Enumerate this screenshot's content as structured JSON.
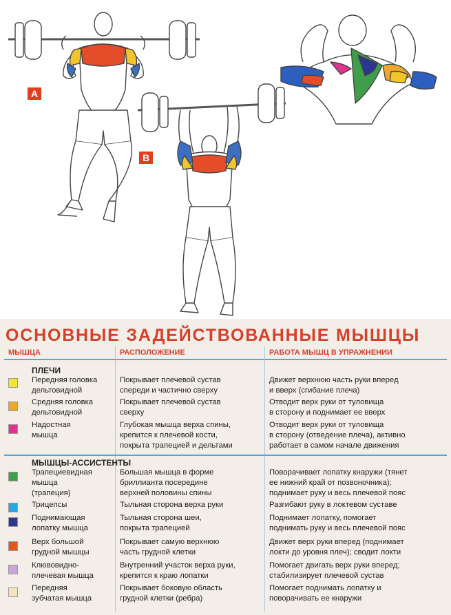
{
  "labels": {
    "a": "A",
    "b": "B"
  },
  "title": "Основные задействованные мышцы",
  "headers": {
    "muscle": "Мышца",
    "location": "Расположение",
    "function": "Работа мышц в упражнении"
  },
  "groups": [
    {
      "name": "Плечи",
      "rows": [
        {
          "color": "#f2e530",
          "muscle": "Передняя головка\nдельтовидной",
          "location": "Покрывает плечевой сустав\nспереди и частично сверху",
          "function": "Движет верхнюю часть руки вперед\nи вверх (сгибание плеча)"
        },
        {
          "color": "#eea72a",
          "muscle": "Средняя головка\nдельтовидной",
          "location": "Покрывает плечевой сустав\nсверху",
          "function": "Отводит верх руки от туловища\nв сторону и поднимает ее вверх"
        },
        {
          "color": "#e0338f",
          "muscle": "Надостная\nмышца",
          "location": "Глубокая мышца верха спины,\nкрепится к плечевой кости,\nпокрыта трапецией и дельтами",
          "function": "Отводит верх руки от туловища\nв сторону (отведение плеча), активно\nработает в самом начале движения"
        }
      ]
    },
    {
      "name": "Мышцы-ассистенты",
      "rows": [
        {
          "color": "#3f9e4a",
          "muscle": "Трапециевидная\nмышца\n(трапеция)",
          "location": "Большая мышца в форме\nбриллианта посередине\nверхней половины спины",
          "function": "Поворачивает лопатку кнаружи (тянет\nее нижний край от позвоночника);\nподнимает руку и весь плечевой пояс"
        },
        {
          "color": "#2aa6e0",
          "muscle": "Трицепсы",
          "location": "Тыльная сторона верха руки",
          "function": "Разгибают руку в локтевом суставе"
        },
        {
          "color": "#2c3590",
          "muscle": "Поднимающая\nлопатку мышца",
          "location": "Тыльная сторона шеи,\nпокрыта трапецией",
          "function": "Поднимает лопатку, помогает\nподнимать руку и весь плечевой пояс"
        },
        {
          "color": "#e4581e",
          "muscle": "Верх большой\nгрудной мышцы",
          "location": "Покрывает самую верхнюю\nчасть грудной клетки",
          "function": "Движет верх руки вперед (поднимает\nлокти до уровня плеч); сводит локти"
        },
        {
          "color": "#c9a6d8",
          "muscle": "Клювовидно-\nплечевая мышца",
          "location": "Внутренний участок верха руки,\nкрепится к краю лопатки",
          "function": "Помогает двигать верх руки вперед;\nстабилизирует плечевой сустав"
        },
        {
          "color": "#f2e2bd",
          "muscle": "Передняя\nзубчатая мышца",
          "location": "Покрывает боковую область\nгрудной клетки (ребра)",
          "function": "Помогает поднимать лопатку и\nповорачивать ее кнаружи"
        }
      ]
    }
  ]
}
